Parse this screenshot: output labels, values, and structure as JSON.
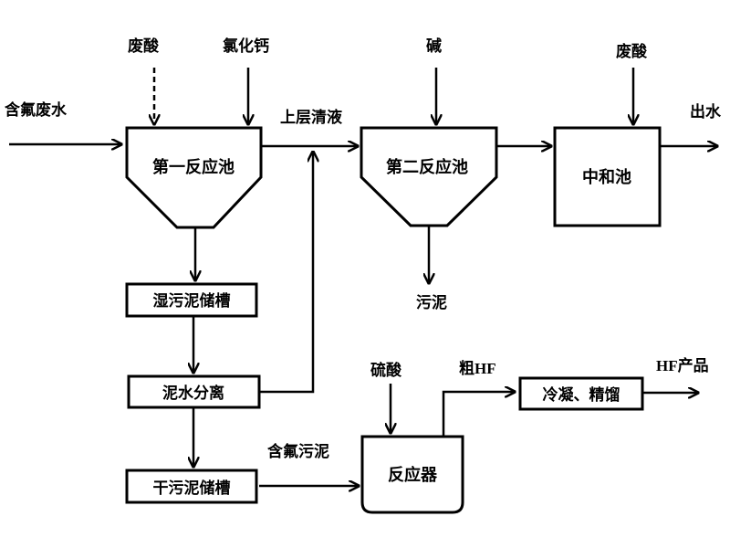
{
  "diagram": {
    "type": "process-flow",
    "inputs": {
      "fluoride_wastewater": "含氟废水",
      "waste_acid_1": "废酸",
      "calcium_chloride": "氯化钙",
      "alkali": "碱",
      "waste_acid_2": "废酸",
      "sulfuric_acid": "硫酸"
    },
    "units": {
      "reactor_tank_1": "第一反应池",
      "reactor_tank_2": "第二反应池",
      "neutralization_tank": "中和池",
      "wet_sludge_tank": "湿污泥储槽",
      "sludge_water_separation": "泥水分离",
      "dry_sludge_tank": "干污泥储槽",
      "reactor": "反应器",
      "condense_rectify": "冷凝、精馏"
    },
    "streams": {
      "supernatant": "上层清液",
      "effluent": "出水",
      "sludge": "污泥",
      "fluoride_sludge": "含氟污泥",
      "crude_hf": "粗HF",
      "hf_product": "HF产品"
    },
    "edges": [
      {
        "from": "含氟废水",
        "to": "第一反应池",
        "style": "solid"
      },
      {
        "from": "废酸",
        "to": "第一反应池",
        "style": "dashed"
      },
      {
        "from": "氯化钙",
        "to": "第一反应池",
        "style": "solid"
      },
      {
        "from": "第一反应池",
        "to": "第二反应池",
        "label": "上层清液",
        "style": "solid"
      },
      {
        "from": "碱",
        "to": "第二反应池",
        "style": "solid"
      },
      {
        "from": "第二反应池",
        "to": "中和池",
        "style": "solid"
      },
      {
        "from": "第二反应池",
        "to": "污泥",
        "style": "solid"
      },
      {
        "from": "废酸",
        "to": "中和池",
        "style": "solid"
      },
      {
        "from": "中和池",
        "to": "出水",
        "style": "solid"
      },
      {
        "from": "第一反应池",
        "to": "湿污泥储槽",
        "style": "solid"
      },
      {
        "from": "湿污泥储槽",
        "to": "泥水分离",
        "style": "solid"
      },
      {
        "from": "泥水分离",
        "to": "上层清液",
        "style": "solid"
      },
      {
        "from": "泥水分离",
        "to": "干污泥储槽",
        "style": "solid"
      },
      {
        "from": "干污泥储槽",
        "to": "反应器",
        "label": "含氟污泥",
        "style": "solid"
      },
      {
        "from": "硫酸",
        "to": "反应器",
        "style": "solid"
      },
      {
        "from": "反应器",
        "to": "冷凝、精馏",
        "label": "粗HF",
        "style": "solid"
      },
      {
        "from": "冷凝、精馏",
        "to": "HF产品",
        "style": "solid"
      }
    ]
  }
}
